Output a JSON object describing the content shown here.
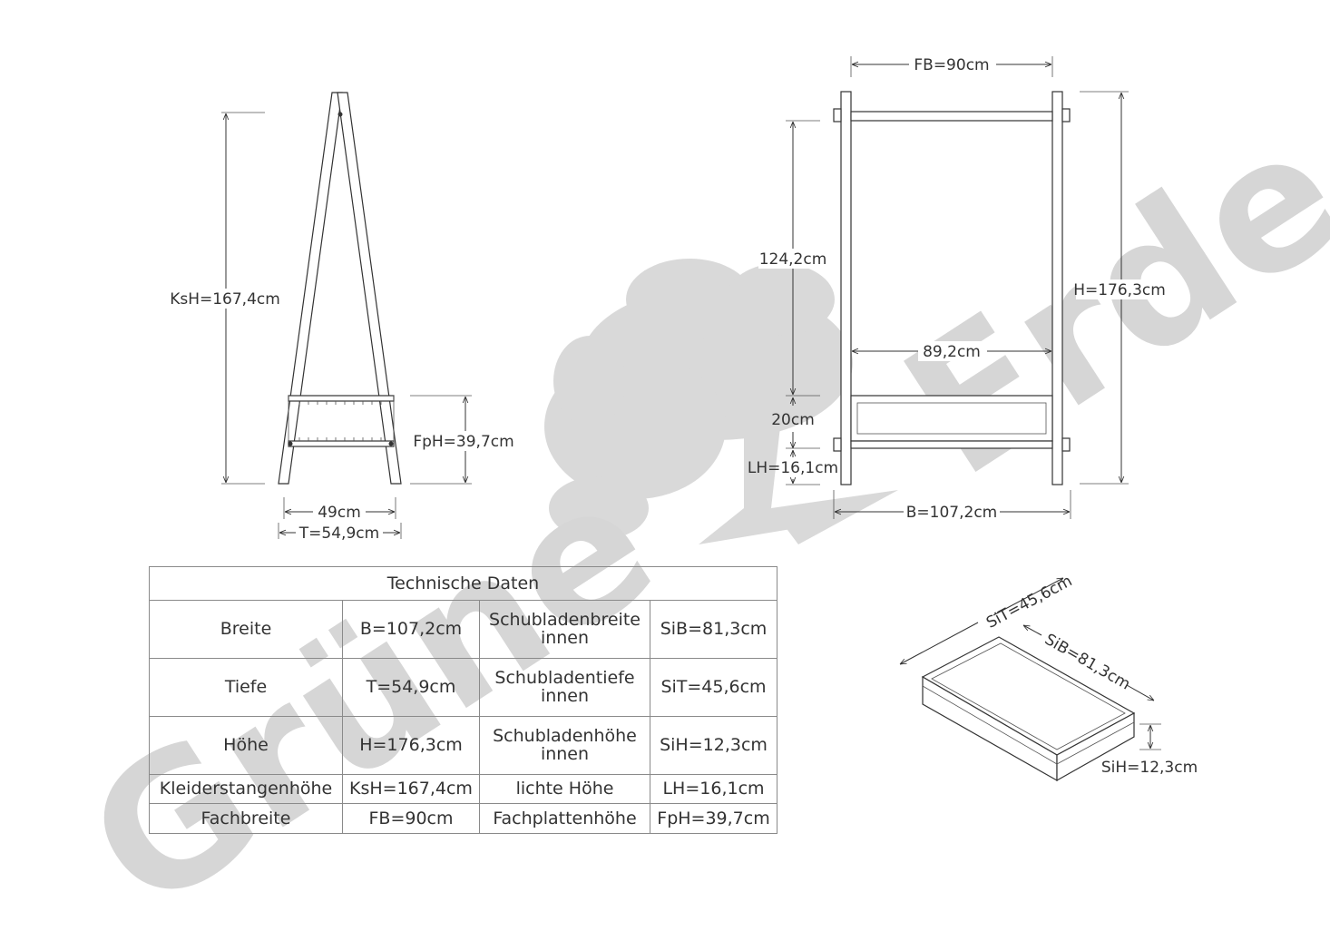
{
  "watermark": {
    "word1": "Grüne",
    "word2": "Erde"
  },
  "side_view": {
    "height_label": "KsH=167,4cm",
    "shelf_height_label": "FpH=39,7cm",
    "inner_depth_label": "49cm",
    "depth_label": "T=54,9cm"
  },
  "front_view": {
    "shelf_width_label": "FB=90cm",
    "total_height_label": "H=176,3cm",
    "upper_height_label": "124,2cm",
    "inner_width_label": "89,2cm",
    "drawer_height_label": "20cm",
    "clear_height_label": "LH=16,1cm",
    "width_label": "B=107,2cm"
  },
  "drawer": {
    "depth_label": "SiT=45,6cm",
    "width_label": "SiB=81,3cm",
    "height_label": "SiH=12,3cm"
  },
  "table": {
    "title": "Technische Daten",
    "rows": [
      [
        "Breite",
        "B=107,2cm",
        "Schubladenbreite innen",
        "SiB=81,3cm"
      ],
      [
        "Tiefe",
        "T=54,9cm",
        "Schubladentiefe innen",
        "SiT=45,6cm"
      ],
      [
        "Höhe",
        "H=176,3cm",
        "Schubladenhöhe innen",
        "SiH=12,3cm"
      ],
      [
        "Kleiderstangenhöhe",
        "KsH=167,4cm",
        "lichte Höhe",
        "LH=16,1cm"
      ],
      [
        "Fachbreite",
        "FB=90cm",
        "Fachplattenhöhe",
        "FpH=39,7cm"
      ]
    ]
  }
}
